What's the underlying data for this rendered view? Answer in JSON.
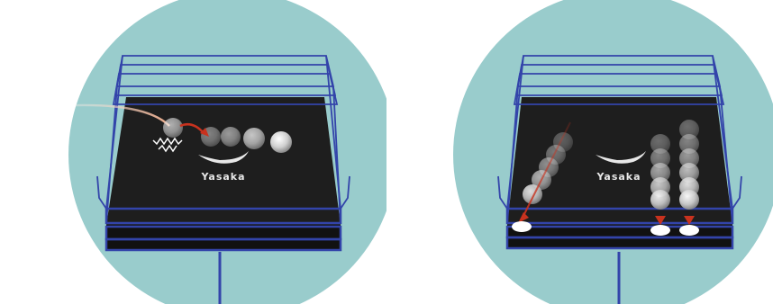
{
  "scene": {
    "circle_color": "#99cccc",
    "frame_color": "#3344aa",
    "mat_color": "#1a1a1a",
    "arrow_color": "#c8321e"
  },
  "left_panel": {
    "logo_text": "Yasaka",
    "logo_icon": "swoosh-logo-icon",
    "ball_count": 5
  },
  "right_panel": {
    "logo_text": "Yasaka",
    "logo_icon": "swoosh-logo-icon",
    "column_count": 3
  }
}
